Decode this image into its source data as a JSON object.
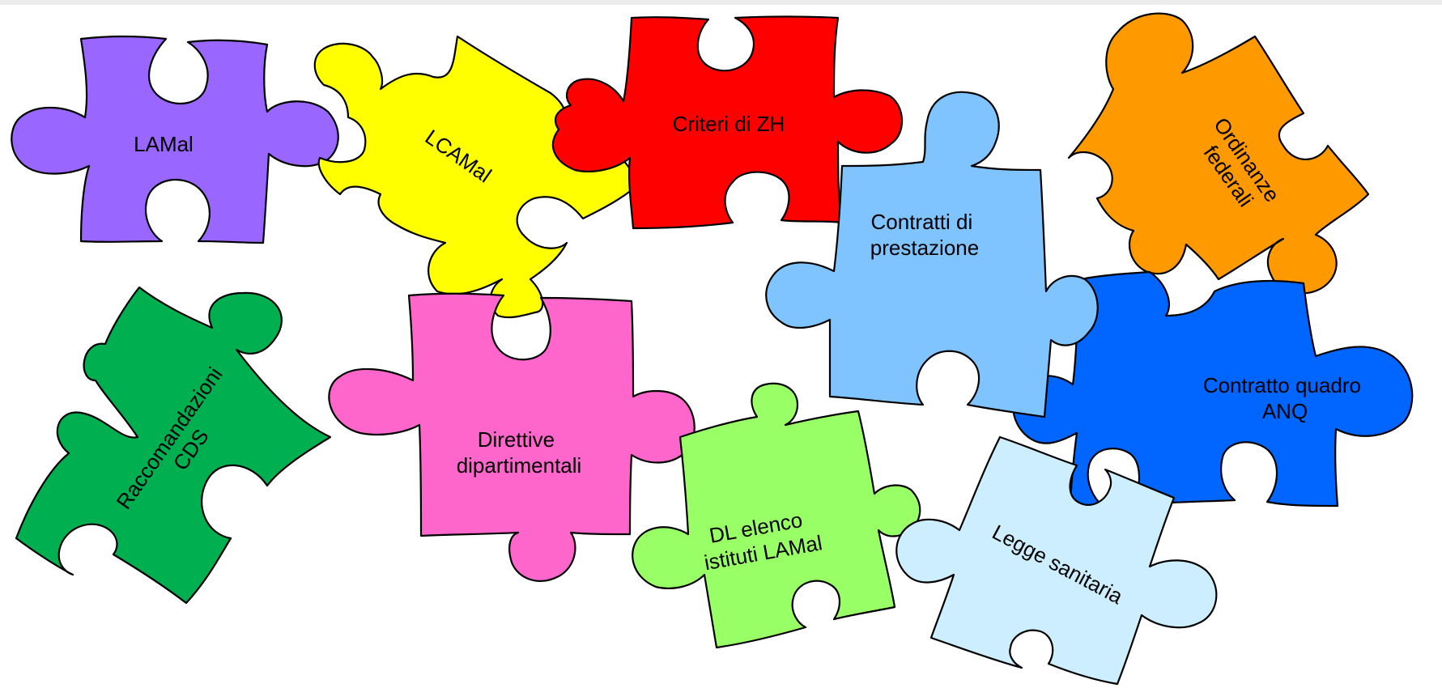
{
  "pieces": [
    {
      "id": "lamal",
      "color": "#9966ff",
      "lines": [
        "LAMal"
      ]
    },
    {
      "id": "lcamal",
      "color": "#ffff00",
      "lines": [
        "LCAMal"
      ]
    },
    {
      "id": "criteri_zh",
      "color": "#ff0000",
      "lines": [
        "Criteri di ZH"
      ]
    },
    {
      "id": "ordinanze",
      "color": "#ff9900",
      "lines": [
        "Ordinanze",
        "federali"
      ]
    },
    {
      "id": "contratti",
      "color": "#80c4ff",
      "lines": [
        "Contratti di",
        "prestazione"
      ]
    },
    {
      "id": "contratto_anq",
      "color": "#0066ff",
      "lines": [
        "Contratto quadro",
        "ANQ"
      ]
    },
    {
      "id": "raccomandazioni",
      "color": "#00b050",
      "lines": [
        "Raccomandazioni",
        "CDS"
      ]
    },
    {
      "id": "direttive",
      "color": "#ff66cc",
      "lines": [
        "Direttive",
        "dipartimentali"
      ]
    },
    {
      "id": "dl_elenco",
      "color": "#99ff66",
      "lines": [
        "DL elenco",
        "istituti LAMal"
      ]
    },
    {
      "id": "legge",
      "color": "#cceeff",
      "lines": [
        "Legge sanitaria"
      ]
    }
  ]
}
